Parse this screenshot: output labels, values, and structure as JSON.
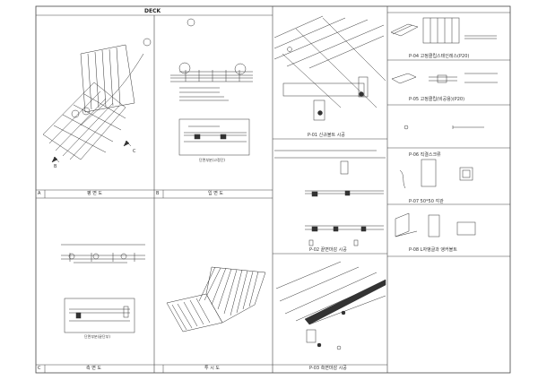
{
  "sheet": {
    "title": "DECK"
  },
  "panels": {
    "a": {
      "letter": "A",
      "caption": "평 면 도",
      "detail_caption": ""
    },
    "b": {
      "letter": "B",
      "caption": "입 면 도",
      "detail_caption": "단면부분(고정단)"
    },
    "c": {
      "letter": "C",
      "caption": "측 면 도",
      "detail_caption": "단면부분(끝단부)"
    },
    "d": {
      "caption": "투 시 도"
    },
    "p01": {
      "caption": "P-01  신규볼트 시공"
    },
    "p02": {
      "caption": "P-02 끝면마감 시공"
    },
    "p03": {
      "caption": "P-03 측면마감 시공"
    },
    "p04": {
      "caption": "P-04   고정클립스테인레스(P20)"
    },
    "p05": {
      "caption": "P-05   고정클립(비공용)(P20)"
    },
    "p06": {
      "caption": "P-06   직결스크류"
    },
    "p07": {
      "caption": "P-07   50*50 각관"
    },
    "p08": {
      "caption": "P-08   L자앵글과 앵커볼트"
    }
  },
  "plan_markers": {
    "north_arrow": "B",
    "side_arrow": "C"
  },
  "colors": {
    "line": "#222222",
    "frame": "#444444",
    "bg": "#ffffff"
  }
}
